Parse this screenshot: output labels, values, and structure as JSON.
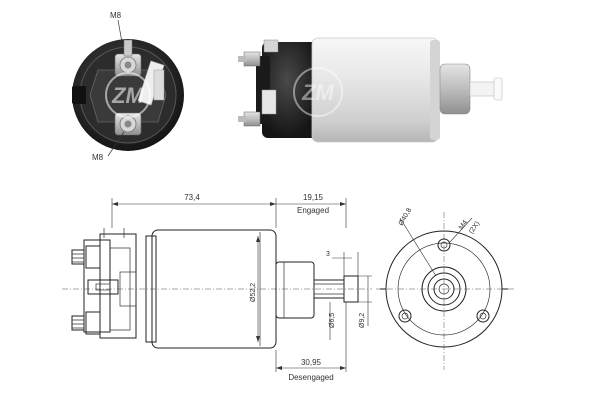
{
  "photo_labels": {
    "top_thread": "M8",
    "bottom_thread": "M8"
  },
  "watermark": "ZM",
  "dimensions": {
    "overall_length": "73,4",
    "engaged_length": "19,15",
    "engaged_label": "Engaged",
    "plunger_offset": "3",
    "body_diameter": "Ø52,2",
    "plunger_shaft_diameter": "Ø6,5",
    "plunger_head_diameter": "Ø9,2",
    "disengaged_length": "30,95",
    "disengaged_label": "Desengaged",
    "bolt_circle": "Ø40,8",
    "mount_thread": "M4",
    "mount_qty": "(2X)"
  },
  "colors": {
    "drawing_line": "#222222",
    "photo_body": "#e6e6e6",
    "photo_cap": "#2a2a2a",
    "metal": "#c0c0c0"
  }
}
